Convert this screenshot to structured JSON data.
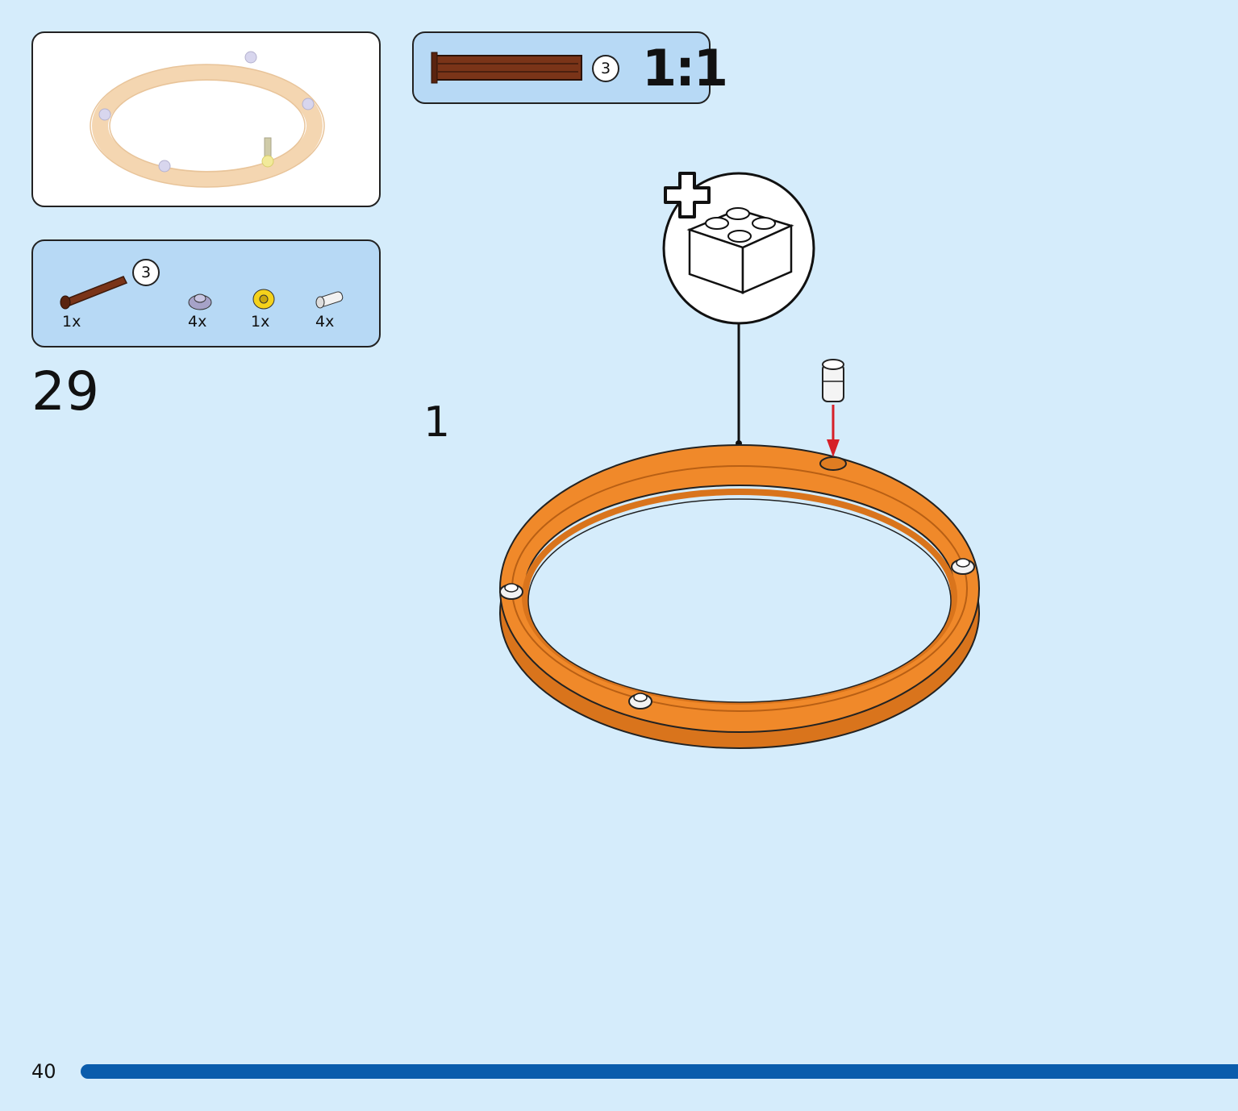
{
  "parts_list": {
    "items": [
      {
        "icon": "axle-icon",
        "quantity": "1x",
        "callout": "3"
      },
      {
        "icon": "round-plate-icon",
        "quantity": "4x"
      },
      {
        "icon": "bush-icon",
        "quantity": "1x"
      },
      {
        "icon": "pin-icon",
        "quantity": "4x"
      }
    ]
  },
  "scale_box": {
    "callout": "3",
    "scale": "1:1"
  },
  "step": {
    "number": "29",
    "sub_step": "1"
  },
  "footer": {
    "page_number": "40"
  },
  "colors": {
    "background": "#d5ecfb",
    "panel": "#b7d9f5",
    "ring": "#f0892a",
    "axle": "#7a3418",
    "bush": "#f5d21b",
    "arrow": "#d62028",
    "progress": "#0a5cac"
  }
}
